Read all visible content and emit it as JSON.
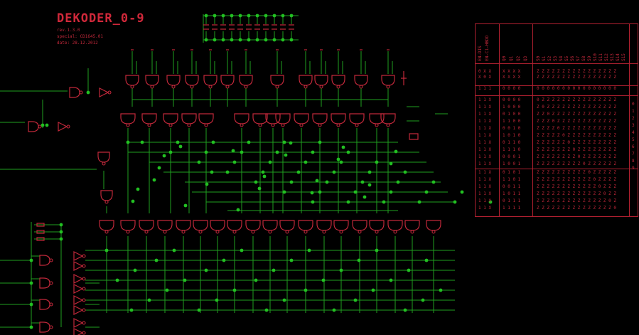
{
  "header": {
    "title": "DEKODER_0-9",
    "rev": "rev.1.3.0",
    "spec": "special: CD1645.01",
    "date": "date: 28.12.2012"
  },
  "table": {
    "left_headers": [
      "EN-DIS",
      "EN-C1-HBDO"
    ],
    "input_headers": [
      "Q0",
      "Q1",
      "Q2",
      "Q3"
    ],
    "output_headers": [
      "S0",
      "S1",
      "S2",
      "S3",
      "S4",
      "S5",
      "S6",
      "S7",
      "S8",
      "S9",
      "S10",
      "S11",
      "S12",
      "S13",
      "S14",
      "S15"
    ],
    "rows": [
      {
        "l": "0 X X",
        "q": "X X X X",
        "s": "Z Z Z Z Z Z Z Z Z Z Z Z Z Z Z Z"
      },
      {
        "l": "X 0 X",
        "q": "X X X X",
        "s": "Z Z Z Z Z Z Z Z Z Z Z Z Z Z Z Z"
      },
      {
        "l": "1 1 1",
        "q": "0 0 0 0",
        "s": "0 0 0 0 0 0 0 0 0 0 0 0 0 0 0 0"
      },
      {
        "l": "1 1 X",
        "q": "0 0 0 0",
        "s": "0 Z Z Z Z Z Z Z Z Z Z Z Z Z Z Z"
      },
      {
        "l": "1 1 X",
        "q": "1 0 0 0",
        "s": "Z 0 Z Z Z Z Z Z Z Z Z Z Z Z Z Z"
      },
      {
        "l": "1 1 X",
        "q": "0 1 0 0",
        "s": "Z Z 0 Z Z Z Z Z Z Z Z Z Z Z Z Z"
      },
      {
        "l": "1 1 X",
        "q": "1 1 0 0",
        "s": "Z Z Z 0 Z Z Z Z Z Z Z Z Z Z Z Z"
      },
      {
        "l": "1 1 X",
        "q": "0 0 1 0",
        "s": "Z Z Z Z 0 Z Z Z Z Z Z Z Z Z Z Z"
      },
      {
        "l": "1 1 X",
        "q": "1 0 1 0",
        "s": "Z Z Z Z Z 0 Z Z Z Z Z Z Z Z Z Z"
      },
      {
        "l": "1 1 X",
        "q": "0 1 1 0",
        "s": "Z Z Z Z Z Z 0 Z Z Z Z Z Z Z Z Z"
      },
      {
        "l": "1 1 X",
        "q": "1 1 1 0",
        "s": "Z Z Z Z Z Z Z 0 Z Z Z Z Z Z Z Z"
      },
      {
        "l": "1 1 X",
        "q": "0 0 0 1",
        "s": "Z Z Z Z Z Z Z Z 0 Z Z Z Z Z Z Z"
      },
      {
        "l": "1 1 X",
        "q": "1 0 0 1",
        "s": "Z Z Z Z Z Z Z Z Z 0 Z Z Z Z Z Z"
      },
      {
        "l": "1 1 X",
        "q": "0 1 0 1",
        "s": "Z Z Z Z Z Z Z Z Z Z 0 Z Z Z Z Z"
      },
      {
        "l": "1 1 X",
        "q": "1 1 0 1",
        "s": "Z Z Z Z Z Z Z Z Z Z Z 0 Z Z Z Z"
      },
      {
        "l": "1 1 X",
        "q": "0 0 1 1",
        "s": "Z Z Z Z Z Z Z Z Z Z Z Z 0 Z Z Z"
      },
      {
        "l": "1 1 X",
        "q": "1 0 1 1",
        "s": "Z Z Z Z Z Z Z Z Z Z Z Z Z 0 Z Z"
      },
      {
        "l": "1 1 X",
        "q": "0 1 1 1",
        "s": "Z Z Z Z Z Z Z Z Z Z Z Z Z Z 0 Z"
      },
      {
        "l": "1 1 X",
        "q": "1 1 1 1",
        "s": "Z Z Z Z Z Z Z Z Z Z Z Z Z Z Z 0"
      }
    ],
    "digit_column": [
      "0",
      "1",
      "2",
      "3",
      "4",
      "5",
      "6",
      "7",
      "8",
      "9"
    ]
  },
  "colors": {
    "wire": "#1fa01f",
    "gate": "#c0283a",
    "junction": "#22c022",
    "background": "#000000"
  }
}
